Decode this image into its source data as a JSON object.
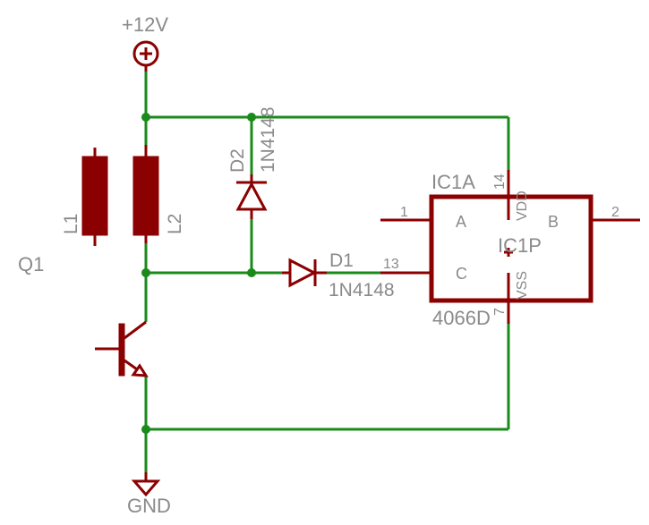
{
  "supply": {
    "label": "+12V"
  },
  "ground": {
    "label": "GND"
  },
  "transistor": {
    "ref": "Q1"
  },
  "relay": {
    "coil1": "L1",
    "coil2": "L2"
  },
  "diode_d2": {
    "ref": "D2",
    "value": "1N4148"
  },
  "diode_d1": {
    "ref": "D1",
    "value": "1N4148"
  },
  "ic": {
    "ref_gate": "IC1A",
    "ref_power": "IC1P",
    "value": "4066D",
    "pin_a_num": "1",
    "pin_a_label": "A",
    "pin_b_num": "2",
    "pin_b_label": "B",
    "pin_c_num": "13",
    "pin_c_label": "C",
    "pin_vdd_num": "14",
    "pin_vdd_label": "VDD",
    "pin_vss_num": "7",
    "pin_vss_label": "VSS"
  },
  "colors": {
    "wire": "#1a8a1a",
    "component": "#8b0000",
    "text": "#8a8a8a",
    "background": "#ffffff"
  }
}
